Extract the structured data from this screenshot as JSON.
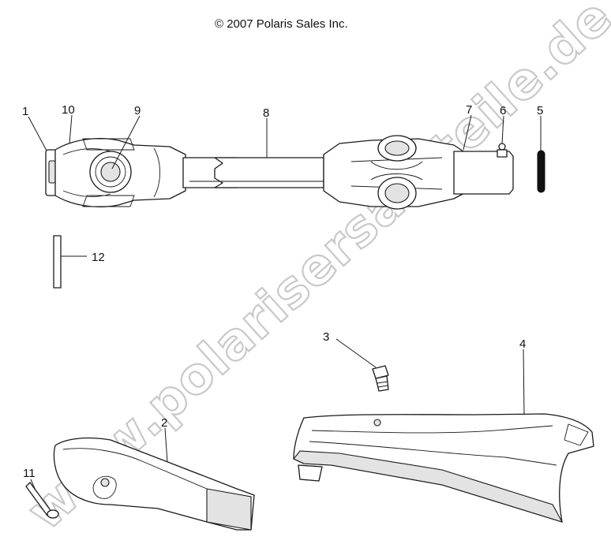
{
  "copyright": "© 2007 Polaris Sales Inc.",
  "watermark": "www.polarisersatzteile.de",
  "callouts": [
    {
      "id": "c1",
      "label": "1"
    },
    {
      "id": "c10",
      "label": "10"
    },
    {
      "id": "c9",
      "label": "9"
    },
    {
      "id": "c8",
      "label": "8"
    },
    {
      "id": "c7",
      "label": "7"
    },
    {
      "id": "c6",
      "label": "6"
    },
    {
      "id": "c5",
      "label": "5"
    },
    {
      "id": "c12",
      "label": "12"
    },
    {
      "id": "c3",
      "label": "3"
    },
    {
      "id": "c4",
      "label": "4"
    },
    {
      "id": "c2",
      "label": "2"
    },
    {
      "id": "c11",
      "label": "11"
    }
  ]
}
